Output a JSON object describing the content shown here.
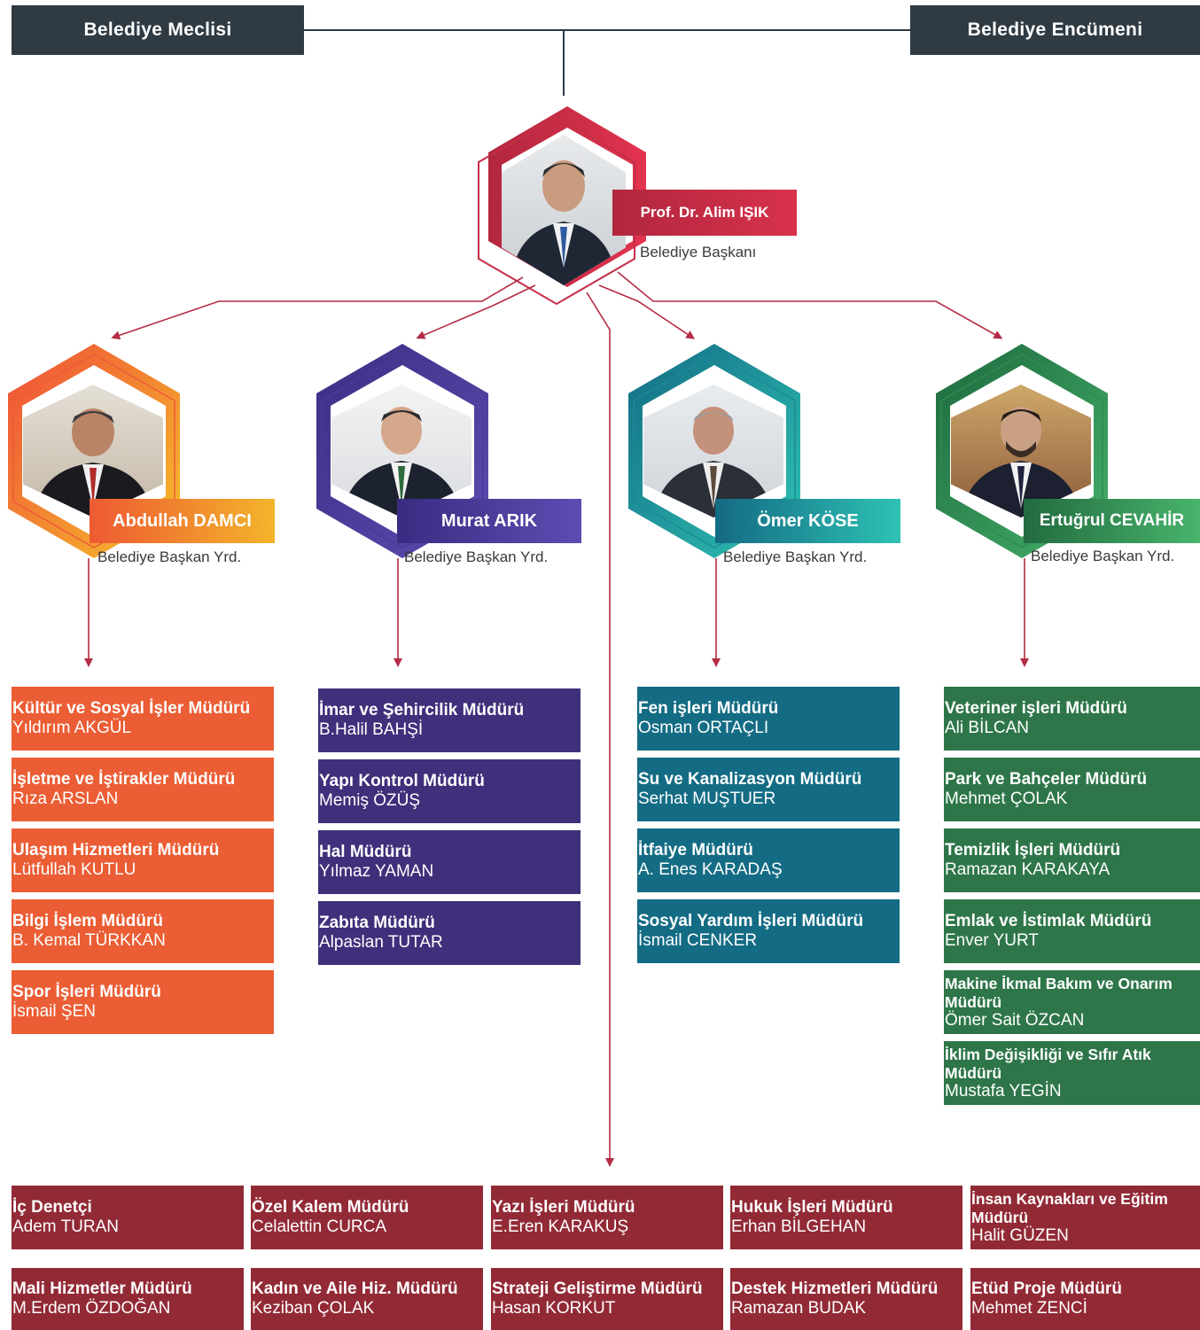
{
  "top": {
    "left": "Belediye Meclisi",
    "right": "Belediye Encümeni"
  },
  "mayor": {
    "name": "Prof. Dr. Alim IŞIK",
    "role": "Belediye Başkanı"
  },
  "deputies": [
    {
      "name": "Abdullah DAMCI",
      "role": "Belediye Başkan Yrd.",
      "color": "#f29a1f"
    },
    {
      "name": "Murat ARIK",
      "role": "Belediye Başkan Yrd.",
      "color": "#4b3a9a"
    },
    {
      "name": "Ömer KÖSE",
      "role": "Belediye Başkan Yrd.",
      "color": "#1a9aa8"
    },
    {
      "name": "Ertuğrul CEVAHİR",
      "role": "Belediye Başkan Yrd.",
      "color": "#2f8a52"
    }
  ],
  "columns": [
    {
      "color": "orange",
      "items": [
        {
          "title": "Kültür ve Sosyal İşler Müdürü",
          "manager": "Yıldırım AKGÜL"
        },
        {
          "title": "İşletme ve İştirakler Müdürü",
          "manager": "Rıza ARSLAN"
        },
        {
          "title": "Ulaşım Hizmetleri Müdürü",
          "manager": "Lütfullah KUTLU"
        },
        {
          "title": "Bilgi İşlem Müdürü",
          "manager": "B. Kemal TÜRKKAN"
        },
        {
          "title": "Spor İşleri Müdürü",
          "manager": "İsmail ŞEN"
        }
      ]
    },
    {
      "color": "purple",
      "items": [
        {
          "title": "İmar ve Şehircilik Müdürü",
          "manager": "B.Halil BAHŞİ"
        },
        {
          "title": "Yapı Kontrol Müdürü",
          "manager": "Memiş ÖZÜŞ"
        },
        {
          "title": "Hal Müdürü",
          "manager": "Yılmaz YAMAN"
        },
        {
          "title": "Zabıta Müdürü",
          "manager": "Alpaslan TUTAR"
        }
      ]
    },
    {
      "color": "teal",
      "items": [
        {
          "title": "Fen işleri Müdürü",
          "manager": "Osman ORTAÇLI"
        },
        {
          "title": "Su ve Kanalizasyon Müdürü",
          "manager": "Serhat MUŞTUER"
        },
        {
          "title": "İtfaiye Müdürü",
          "manager": "A. Enes KARADAŞ"
        },
        {
          "title": "Sosyal Yardım İşleri Müdürü",
          "manager": "İsmail CENKER"
        }
      ]
    },
    {
      "color": "green",
      "items": [
        {
          "title": "Veteriner işleri Müdürü",
          "manager": "Ali BİLCAN"
        },
        {
          "title": "Park ve Bahçeler Müdürü",
          "manager": "Mehmet ÇOLAK"
        },
        {
          "title": "Temizlik İşleri Müdürü",
          "manager": "Ramazan KARAKAYA"
        },
        {
          "title": "Emlak ve İstimlak Müdürü",
          "manager": "Enver YURT"
        },
        {
          "title": "Makine İkmal Bakım ve Onarım Müdürü",
          "manager": "Ömer Sait ÖZCAN"
        },
        {
          "title": "İklim Değişikliği ve Sıfır Atık Müdürü",
          "manager": "Mustafa YEGİN"
        }
      ]
    }
  ],
  "bottom": [
    {
      "title": "İç Denetçi",
      "manager": "Adem TURAN"
    },
    {
      "title": "Özel Kalem Müdürü",
      "manager": "Celalettin CURCA"
    },
    {
      "title": "Yazı İşleri Müdürü",
      "manager": "E.Eren KARAKUŞ"
    },
    {
      "title": "Hukuk İşleri Müdürü",
      "manager": "Erhan BİLGEHAN"
    },
    {
      "title": "İnsan Kaynakları ve Eğitim Müdürü",
      "manager": "Halit GÜZEN"
    },
    {
      "title": "Mali Hizmetler Müdürü",
      "manager": "M.Erdem ÖZDOĞAN"
    },
    {
      "title": "Kadın ve Aile Hiz. Müdürü",
      "manager": "Keziban ÇOLAK"
    },
    {
      "title": "Strateji Geliştirme Müdürü",
      "manager": "Hasan KORKUT"
    },
    {
      "title": "Destek Hizmetleri Müdürü",
      "manager": "Ramazan BUDAK"
    },
    {
      "title": "Etüd Proje Müdürü",
      "manager": "Mehmet ZENCİ"
    }
  ]
}
